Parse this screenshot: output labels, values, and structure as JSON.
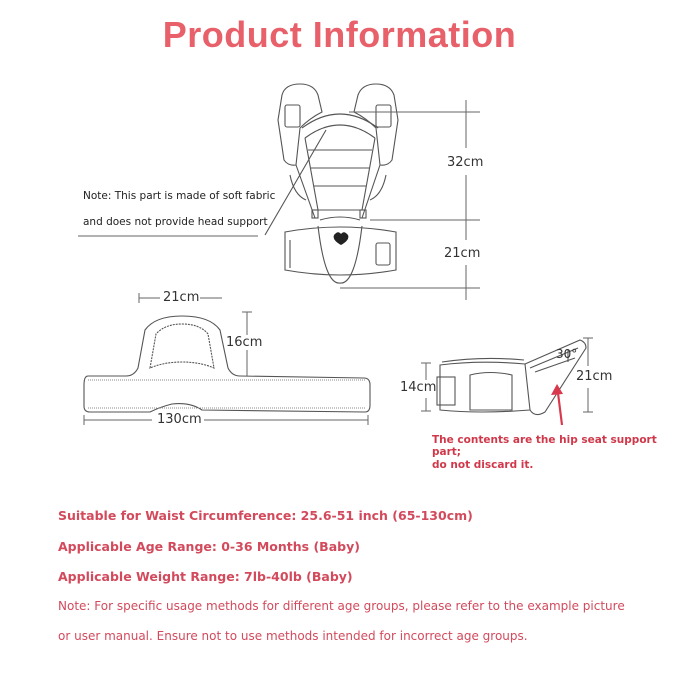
{
  "header": {
    "title": "Product Information"
  },
  "carrier_diagram": {
    "note_line1": "Note: This part is made of soft fabric",
    "note_line2": "and does not provide head support",
    "dim_upper": "32cm",
    "dim_lower": "21cm",
    "logo_icon": "heart-logo-icon"
  },
  "waist_belt_diagram": {
    "dim_top_width": "21cm",
    "dim_height": "16cm",
    "dim_length": "130cm"
  },
  "hip_seat_diagram": {
    "dim_height_left": "14cm",
    "dim_angle": "30°",
    "dim_height_right": "21cm",
    "arrow_icon": "red-up-arrow-icon",
    "note_line1": "The contents are the hip seat support part;",
    "note_line2": "do not discard it."
  },
  "specs": {
    "waist": "Suitable for Waist Circumference: 25.6-51 inch (65-130cm)",
    "age": "Applicable Age Range: 0-36 Months (Baby)",
    "weight": "Applicable Weight Range: 7lb-40lb (Baby)",
    "note_line1": "Note: For specific usage methods for different age groups, please refer to the example picture",
    "note_line2": " or user manual. Ensure not to use methods intended for incorrect age groups."
  },
  "colors": {
    "title": "#e8606a",
    "spec_text": "#d24a5c",
    "line_art": "#555555",
    "arrow": "#d9394c"
  }
}
